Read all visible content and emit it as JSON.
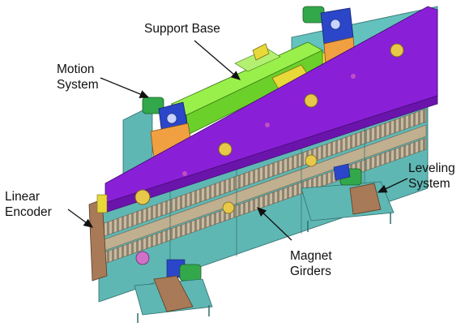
{
  "labels": {
    "support_base": "Support Base",
    "motion_system": [
      "Motion",
      "System"
    ],
    "linear_encoder": [
      "Linear",
      "Encoder"
    ],
    "leveling_system": [
      "Leveling",
      "System"
    ],
    "magnet_girders": [
      "Magnet",
      "Girders"
    ]
  },
  "colors": {
    "girder_top": "#8a1fd8",
    "girder_face": "#5fb7b4",
    "support_base": "#7be02c",
    "frame": "#64c2be",
    "motor": "#33a84a",
    "gearbox": "#2b46c8",
    "yellow_parts": "#e8d838",
    "encoder": "#a87a58",
    "magnet_strip": "#c0b090"
  }
}
